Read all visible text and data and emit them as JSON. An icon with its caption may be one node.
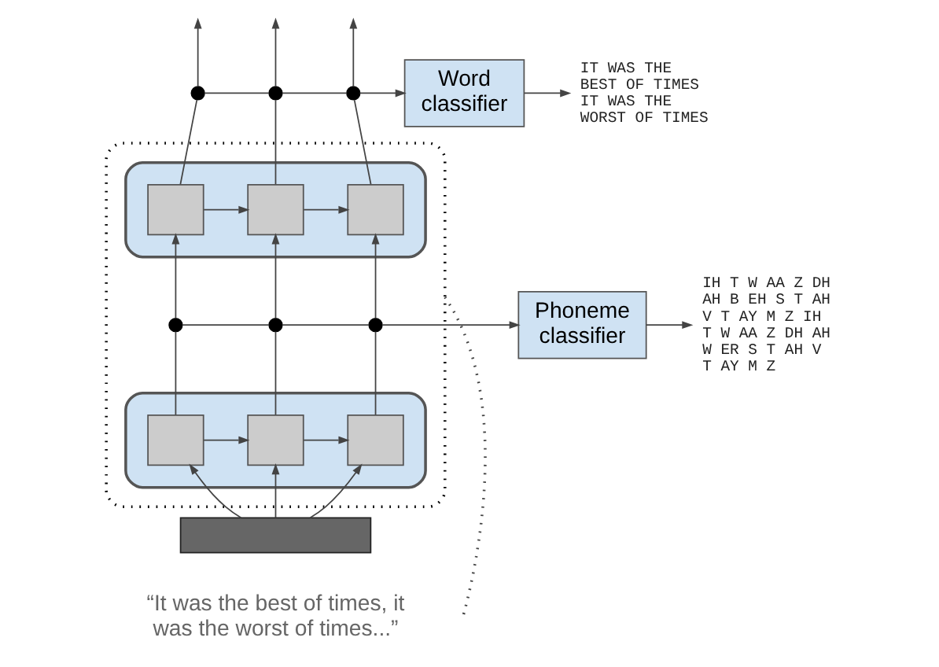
{
  "diagram": {
    "nodes": [
      {
        "text": [],
        "shape": "box"
      },
      {
        "text": [],
        "shape": "box",
        "in": 0
      },
      {
        "text": [],
        "shape": "box",
        "in": 0
      },
      {
        "text": [],
        "shape": "box",
        "in": 1
      },
      {
        "text": [],
        "shape": "box",
        "in": 1
      },
      {
        "text": [],
        "shape": "box",
        "in": 1
      },
      {
        "text": [],
        "shape": "box",
        "in": 2
      },
      {
        "text": [],
        "shape": "box",
        "in": 2
      },
      {
        "text": [],
        "shape": "box",
        "in": 2
      },
      {
        "text": [],
        "shape": "circle"
      },
      {
        "text": [],
        "shape": "circle"
      },
      {
        "text": [],
        "shape": "circle"
      },
      {
        "text": [],
        "shape": "circle",
        "in": 0
      },
      {
        "text": [],
        "shape": "circle",
        "in": 0
      },
      {
        "text": [],
        "shape": "circle",
        "in": 0
      },
      {
        "text": [],
        "shape": "bar",
        "beside": [
          "“It was the best of times, it was the worst of times...”"
        ]
      },
      {
        "text": [
          "Word classifier"
        ]
      },
      {
        "text": [
          "IT WAS THE BEST OF TIMES IT WAS THE WORST OF TIMES"
        ]
      },
      {
        "text": [
          "Phoneme classifier"
        ]
      },
      {
        "text": [
          "IH T W AA Z DH AH B EH S T AH V T AY M Z IH T W AA Z DH AH W ER S T AH V T AY M Z"
        ]
      }
    ],
    "edges": [
      {
        "from": 9,
        "to": null,
        "arrow": "to"
      },
      {
        "from": 10,
        "to": null,
        "arrow": "to"
      },
      {
        "from": 11,
        "to": null,
        "arrow": "to"
      },
      {
        "from": 9,
        "to": 10,
        "arrow": "none"
      },
      {
        "from": 10,
        "to": 11,
        "arrow": "none"
      },
      {
        "from": 11,
        "to": 16,
        "arrow": "to"
      },
      {
        "from": 16,
        "to": 17,
        "arrow": "to"
      },
      {
        "from": 3,
        "to": 9,
        "arrow": "none"
      },
      {
        "from": 4,
        "to": 10,
        "arrow": "none"
      },
      {
        "from": 5,
        "to": 11,
        "arrow": "none"
      },
      {
        "from": 3,
        "to": 4,
        "arrow": "to"
      },
      {
        "from": 4,
        "to": 5,
        "arrow": "to"
      },
      {
        "from": 12,
        "to": 3,
        "arrow": "to"
      },
      {
        "from": 13,
        "to": 4,
        "arrow": "to"
      },
      {
        "from": 14,
        "to": 5,
        "arrow": "to"
      },
      {
        "from": 12,
        "to": 13,
        "arrow": "none"
      },
      {
        "from": 13,
        "to": 14,
        "arrow": "none"
      },
      {
        "from": 14,
        "to": 18,
        "arrow": "to"
      },
      {
        "from": 18,
        "to": 19,
        "arrow": "to"
      },
      {
        "from": 6,
        "to": 12,
        "arrow": "none"
      },
      {
        "from": 7,
        "to": 13,
        "arrow": "none"
      },
      {
        "from": 8,
        "to": 14,
        "arrow": "none"
      },
      {
        "from": 6,
        "to": 7,
        "arrow": "to"
      },
      {
        "from": 7,
        "to": 8,
        "arrow": "to"
      },
      {
        "from": 15,
        "to": 6,
        "arrow": "to"
      },
      {
        "from": 15,
        "to": 7,
        "arrow": "to"
      },
      {
        "from": 15,
        "to": 8,
        "arrow": "to"
      },
      {
        "from": 0,
        "to": null,
        "arrow": "none",
        "style": "dashed"
      }
    ]
  }
}
